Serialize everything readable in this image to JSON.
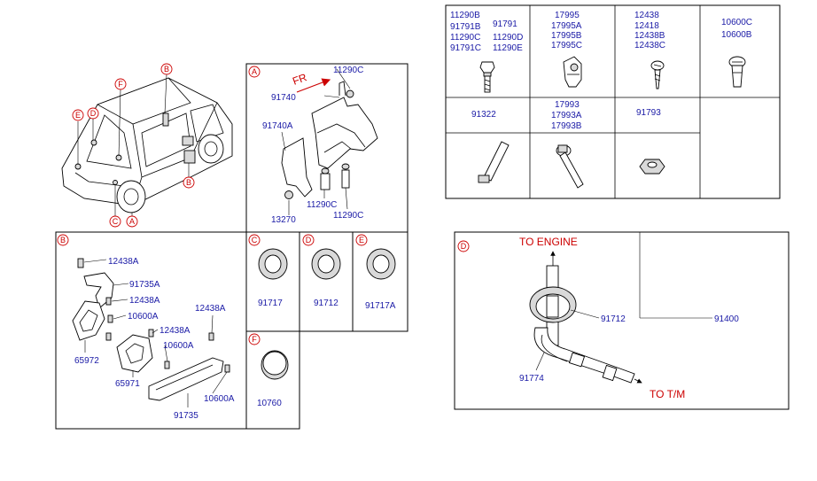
{
  "callouts": {
    "A": "A",
    "B": "B",
    "C": "C",
    "D": "D",
    "E": "E",
    "F": "F"
  },
  "vehicle_callouts": [
    "E",
    "D",
    "F",
    "B",
    "B",
    "C",
    "A"
  ],
  "panel_a": {
    "fr_label": "FR",
    "parts": [
      "11290C",
      "91740",
      "91740A",
      "13270",
      "11290C",
      "11290C"
    ]
  },
  "panel_b": {
    "parts": [
      "12438A",
      "91735A",
      "12438A",
      "10600A",
      "65972",
      "12438A",
      "12438A",
      "10600A",
      "65971",
      "10600A",
      "91735"
    ]
  },
  "panel_c": {
    "part": "91717"
  },
  "panel_d_small": {
    "part": "91712"
  },
  "panel_e": {
    "part": "91717A"
  },
  "panel_f": {
    "part": "10760"
  },
  "parts_table": {
    "row1": [
      {
        "lines": [
          "11290B",
          "91791B",
          "11290C",
          "91791C"
        ],
        "lines2": [
          "91791",
          "11290D",
          "11290E"
        ]
      },
      {
        "lines": [
          "17995",
          "17995A",
          "17995B",
          "17995C"
        ]
      },
      {
        "lines": [
          "12438",
          "12418",
          "12438B",
          "12438C"
        ]
      },
      {
        "lines": [
          "10600C",
          "10600B"
        ]
      }
    ],
    "row2": [
      {
        "lines": [
          "91322"
        ]
      },
      {
        "lines": [
          "17993",
          "17993A",
          "17993B"
        ]
      },
      {
        "lines": [
          "91793"
        ]
      }
    ]
  },
  "panel_d_detail": {
    "to_engine": "TO ENGINE",
    "to_tm": "TO T/M",
    "parts": [
      "91712",
      "91400",
      "91774"
    ]
  },
  "colors": {
    "part_number": "#1a1aa6",
    "callout": "#cc0000",
    "line": "#000000"
  }
}
